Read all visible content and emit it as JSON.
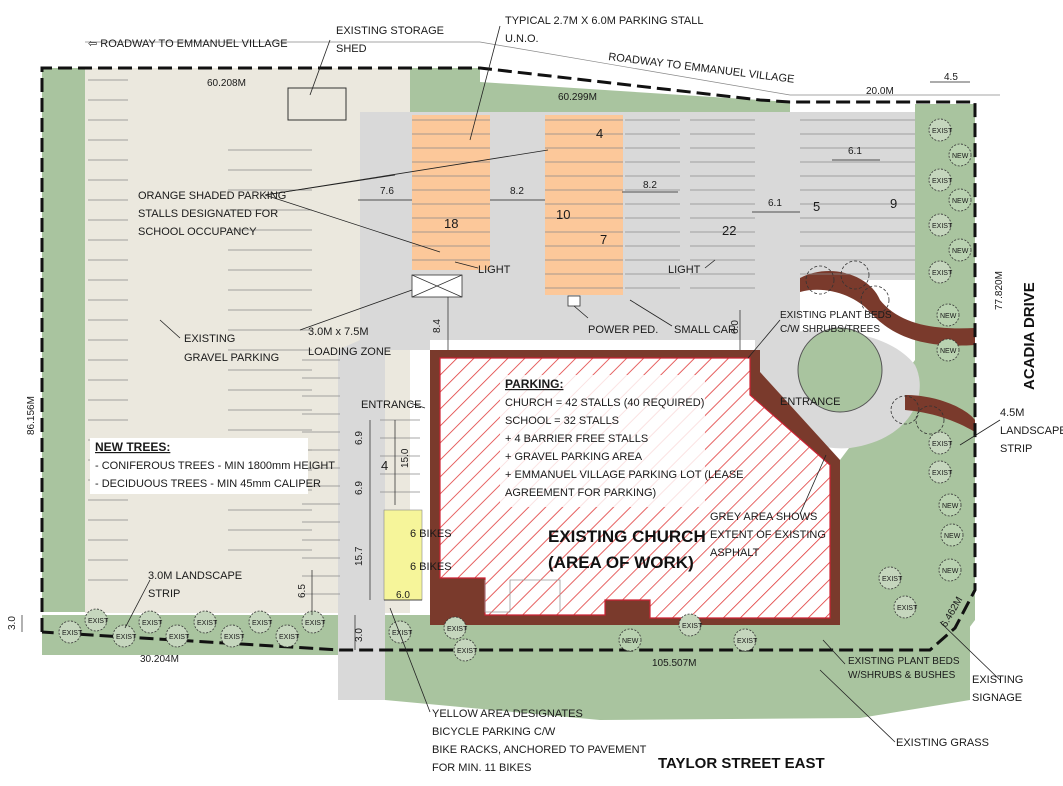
{
  "colors": {
    "grass": "#a9c49f",
    "gravel": "#ebe8de",
    "asphalt": "#d9d9d9",
    "orange": "#fcc89a",
    "yellow": "#f6f59a",
    "plant_bed": "#7a3a2c",
    "hatch": "#e03a3a"
  },
  "labels": {
    "roadway_left": "ROADWAY TO EMMANUEL VILLAGE",
    "roadway_right": "ROADWAY TO EMMANUEL VILLAGE",
    "storage_shed_1": "EXISTING STORAGE",
    "storage_shed_2": "SHED",
    "typical_stall_1": "TYPICAL 2.7M X 6.0M PARKING STALL",
    "typical_stall_2": "U.N.O.",
    "orange_1": "ORANGE SHADED PARKING",
    "orange_2": "STALLS DESIGNATED FOR",
    "orange_3": "SCHOOL OCCUPANCY",
    "gravel_1": "EXISTING",
    "gravel_2": "GRAVEL PARKING",
    "loading_1": "3.0M x 7.5M",
    "loading_2": "LOADING ZONE",
    "light_1": "LIGHT",
    "light_2": "LIGHT",
    "power_ped": "POWER PED.",
    "small_car": "SMALL CAR",
    "plant_beds_top_1": "EXISTING PLANT BEDS",
    "plant_beds_top_2": "C/W SHRUBS/TREES",
    "entrance_left": "ENTRANCE",
    "entrance_right": "ENTRANCE",
    "church_1": "EXISTING CHURCH",
    "church_2": "(AREA OF WORK)",
    "grey_1": "GREY AREA SHOWS",
    "grey_2": "EXTENT OF EXISTING",
    "grey_3": "ASPHALT",
    "landscape_right_1": "4.5M",
    "landscape_right_2": "LANDSCAPE",
    "landscape_right_3": "STRIP",
    "landscape_left_1": "3.0M LANDSCAPE",
    "landscape_left_2": "STRIP",
    "plant_beds_bottom_1": "EXISTING PLANT BEDS",
    "plant_beds_bottom_2": "W/SHRUBS & BUSHES",
    "signage_1": "EXISTING",
    "signage_2": "SIGNAGE",
    "grass": "EXISTING GRASS",
    "yellow_1": "YELLOW AREA DESIGNATES",
    "yellow_2": "BICYCLE PARKING C/W",
    "yellow_3": "BIKE RACKS, ANCHORED TO PAVEMENT",
    "yellow_4": "FOR MIN. 11 BIKES",
    "bikes_1": "6 BIKES",
    "bikes_2": "6 BIKES",
    "acadia_drive": "ACADIA DRIVE",
    "taylor_street": "TAYLOR STREET EAST"
  },
  "parking_summary": {
    "title": "PARKING:",
    "lines": [
      "CHURCH = 42 STALLS (40 REQUIRED)",
      "SCHOOL = 32 STALLS",
      "+ 4 BARRIER FREE STALLS",
      "+ GRAVEL PARKING AREA",
      "+ EMMANUEL VILLAGE PARKING LOT (LEASE",
      "AGREEMENT FOR PARKING)"
    ]
  },
  "new_trees": {
    "title": "NEW TREES:",
    "lines": [
      "- CONIFEROUS TREES - MIN 1800mm HEIGHT",
      "- DECIDUOUS TREES - MIN 45mm CALIPER"
    ]
  },
  "stall_counts": {
    "c18": "18",
    "c4": "4",
    "c10": "10",
    "c7": "7",
    "c22": "22",
    "c5": "5",
    "c9": "9",
    "c4b": "4"
  },
  "dimensions": {
    "d60208": "60.208M",
    "d60299": "60.299M",
    "d20": "20.0M",
    "d45": "4.5",
    "d77820": "77.820M",
    "d86156": "86.156M",
    "d30204": "30.204M",
    "d105507": "105.507M",
    "d6462": "6.462M",
    "d76": "7.6",
    "d82a": "8.2",
    "d82b": "8.2",
    "d61a": "6.1",
    "d61b": "6.1",
    "d84": "8.4",
    "d60": "6.0",
    "d69a": "6.9",
    "d69b": "6.9",
    "d150": "15.0",
    "d157": "15.7",
    "d60b": "6.0",
    "d65": "6.5",
    "d30a": "3.0",
    "d30b": "3.0"
  },
  "tree_tags": {
    "exist": "EXIST",
    "new": "NEW"
  }
}
